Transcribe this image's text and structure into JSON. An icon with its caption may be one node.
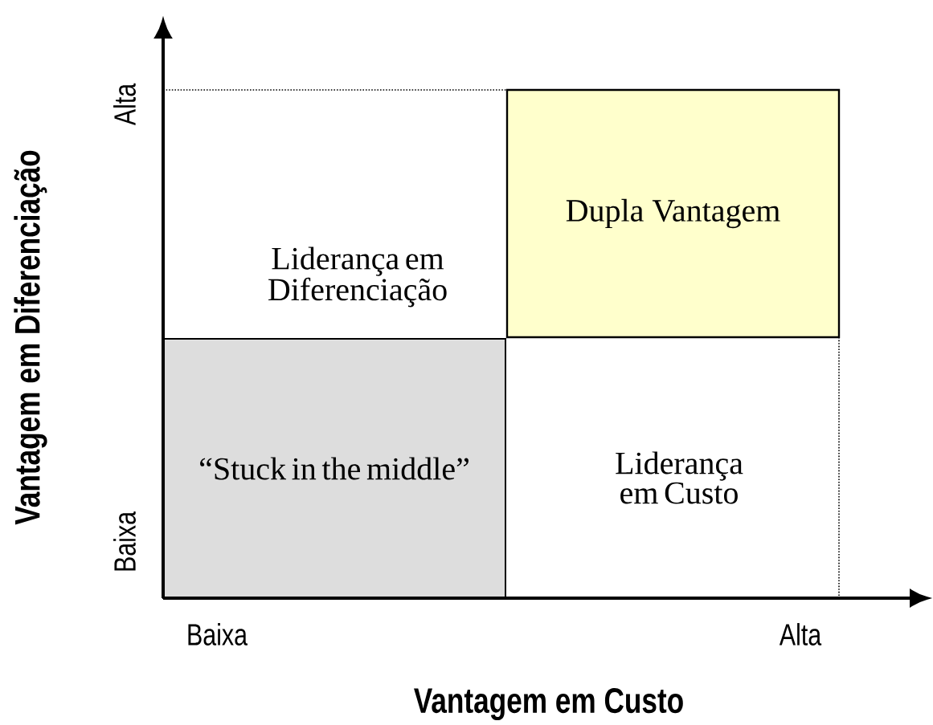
{
  "diagram": {
    "nodes": [
      {
        "text": [
          "Liderança em Diferenciação"
        ]
      },
      {
        "text": [
          "Dupla Vantagem"
        ]
      },
      {
        "text": [
          "“Stuck in the middle”"
        ]
      },
      {
        "text": [
          "Liderança em Custo"
        ]
      }
    ],
    "labels": [
      "Alta",
      "Vantagem em Diferenciação",
      "Baixa",
      "Baixa",
      "Alta",
      "Vantagem em Custo"
    ]
  }
}
